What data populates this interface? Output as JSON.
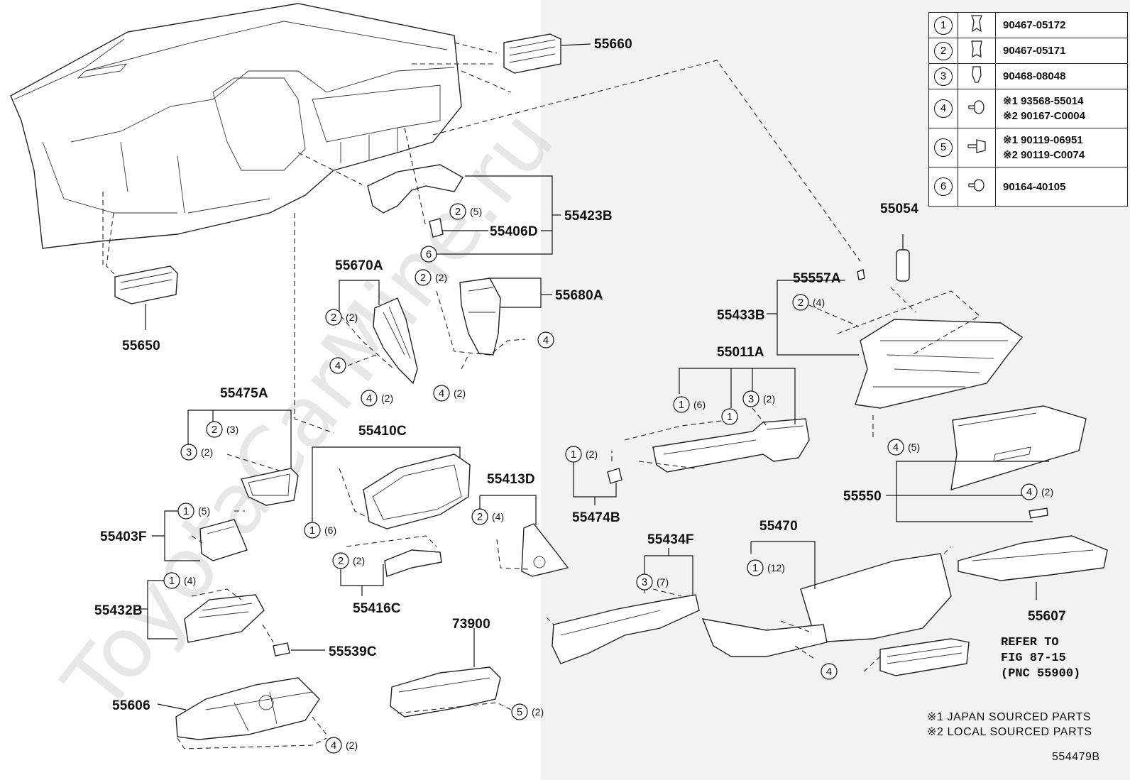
{
  "watermark": "ToyotaCarMine.ru",
  "legend": [
    {
      "num": "1",
      "icon": "clip-icon",
      "part": "90467-05172",
      "part2": ""
    },
    {
      "num": "2",
      "icon": "clip-icon",
      "part": "90467-05171",
      "part2": ""
    },
    {
      "num": "3",
      "icon": "clip-icon",
      "part": "90468-08048",
      "part2": ""
    },
    {
      "num": "4",
      "icon": "screw-icon",
      "part": "※1 93568-55014",
      "part2": "※2 90167-C0004"
    },
    {
      "num": "5",
      "icon": "bolt-icon",
      "part": "※1 90119-06951",
      "part2": "※2 90119-C0074"
    },
    {
      "num": "6",
      "icon": "screw-icon",
      "part": "90164-40105",
      "part2": ""
    }
  ],
  "labels": {
    "p55660": "55660",
    "p55650": "55650",
    "p55423B": "55423B",
    "p55406D": "55406D",
    "p55670A": "55670A",
    "p55680A": "55680A",
    "p55054": "55054",
    "p55557A": "55557A",
    "p55433B": "55433B",
    "p55011A": "55011A",
    "p55475A": "55475A",
    "p55410C": "55410C",
    "p55413D": "55413D",
    "p55403F": "55403F",
    "p55474B": "55474B",
    "p55550": "55550",
    "p55416C": "55416C",
    "p55432B": "55432B",
    "p55434F": "55434F",
    "p55470": "55470",
    "p55607": "55607",
    "p73900": "73900",
    "p55539C": "55539C",
    "p55606": "55606"
  },
  "callouts": {
    "c_55423B_2": {
      "num": "2",
      "qty": "(5)"
    },
    "c_55423B_6": {
      "num": "6",
      "qty": ""
    },
    "c_55670A_2": {
      "num": "2",
      "qty": "(2)"
    },
    "c_55670A_4": {
      "num": "4",
      "qty": ""
    },
    "c_55670A_4b": {
      "num": "4",
      "qty": "(2)"
    },
    "c_55680A_2": {
      "num": "2",
      "qty": "(2)"
    },
    "c_55680A_4": {
      "num": "4",
      "qty": ""
    },
    "c_55680A_4b": {
      "num": "4",
      "qty": "(2)"
    },
    "c_55433B_2": {
      "num": "2",
      "qty": "(4)"
    },
    "c_55011A_1": {
      "num": "1",
      "qty": "(6)"
    },
    "c_55011A_1b": {
      "num": "1",
      "qty": ""
    },
    "c_55011A_3": {
      "num": "3",
      "qty": "(2)"
    },
    "c_55550_4top": {
      "num": "4",
      "qty": "(5)"
    },
    "c_55550_4": {
      "num": "4",
      "qty": "(2)"
    },
    "c_55475A_2": {
      "num": "2",
      "qty": "(3)"
    },
    "c_55475A_3": {
      "num": "3",
      "qty": "(2)"
    },
    "c_55410C_1": {
      "num": "1",
      "qty": "(6)"
    },
    "c_55474B_1": {
      "num": "1",
      "qty": "(2)"
    },
    "c_55413D_2": {
      "num": "2",
      "qty": "(4)"
    },
    "c_55403F_1": {
      "num": "1",
      "qty": "(5)"
    },
    "c_55416C_2": {
      "num": "2",
      "qty": "(2)"
    },
    "c_55434F_3": {
      "num": "3",
      "qty": "(7)"
    },
    "c_55470_1": {
      "num": "1",
      "qty": "(12)"
    },
    "c_55470_4": {
      "num": "4",
      "qty": ""
    },
    "c_55432B_1": {
      "num": "1",
      "qty": "(4)"
    },
    "c_73900_5": {
      "num": "5",
      "qty": "(2)"
    },
    "c_55606_4": {
      "num": "4",
      "qty": "(2)"
    }
  },
  "refer": "REFER TO\nFIG 87-15\n(PNC 55900)",
  "notes": [
    "※1 JAPAN SOURCED PARTS",
    "※2 LOCAL SOURCED PARTS"
  ],
  "illustration_number": "554479B"
}
